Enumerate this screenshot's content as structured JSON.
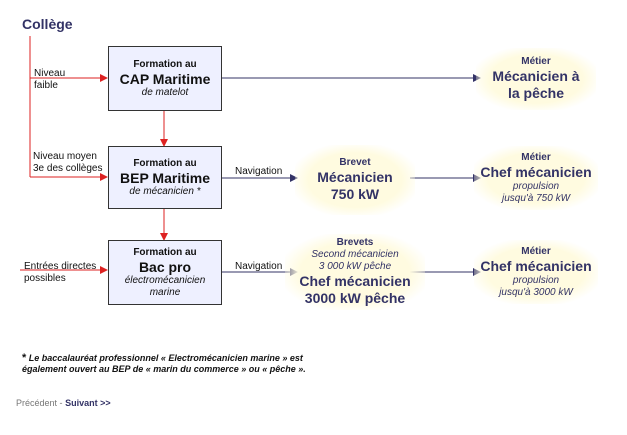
{
  "title": "Collège",
  "levels": {
    "low": [
      "Niveau",
      "faible"
    ],
    "mid": [
      "Niveau moyen",
      "3e des collèges"
    ],
    "direct": [
      "Entrées directes",
      "possibles"
    ]
  },
  "formations": {
    "cap": {
      "l1": "Formation au",
      "l2": "CAP Maritime",
      "l3": "de matelot"
    },
    "bep": {
      "l1": "Formation au",
      "l2": "BEP Maritime",
      "l3": "de mécanicien *"
    },
    "bac": {
      "l1": "Formation au",
      "l2": "Bac pro",
      "l3": "électromécanicien",
      "l4": "marine"
    }
  },
  "navigation_label": "Navigation",
  "brevets": {
    "b1": {
      "l1": "Brevet",
      "l2": "Mécanicien",
      "l3": "750 kW"
    },
    "b2": {
      "l1": "Brevets",
      "l2": "Second mécanicien",
      "l3": "3 000 kW pêche",
      "l4": "Chef mécanicien",
      "l5": "3000 kW pêche"
    }
  },
  "metiers": {
    "m1": {
      "l1": "Métier",
      "l2": "Mécanicien à",
      "l3": "la pêche"
    },
    "m2": {
      "l1": "Métier",
      "l2": "Chef mécanicien",
      "l3": "propulsion",
      "l4": "jusqu'à 750 kW"
    },
    "m3": {
      "l1": "Métier",
      "l2": "Chef mécanicien",
      "l3": "propulsion",
      "l4": "jusqu'à 3000 kW"
    }
  },
  "footnote": {
    "star": "*",
    "text": "Le baccalauréat professionnel « Electromécanicien marine » est également ouvert au BEP de « marin du commerce » ou « pêche »."
  },
  "pager": {
    "prev": "Précédent",
    "sep": "-",
    "next": "Suivant >>"
  },
  "colors": {
    "red_arrow": "#dd2222",
    "navy_arrow": "#333366",
    "box_fill": "#eef0ff",
    "glow": "#fffbe0"
  }
}
